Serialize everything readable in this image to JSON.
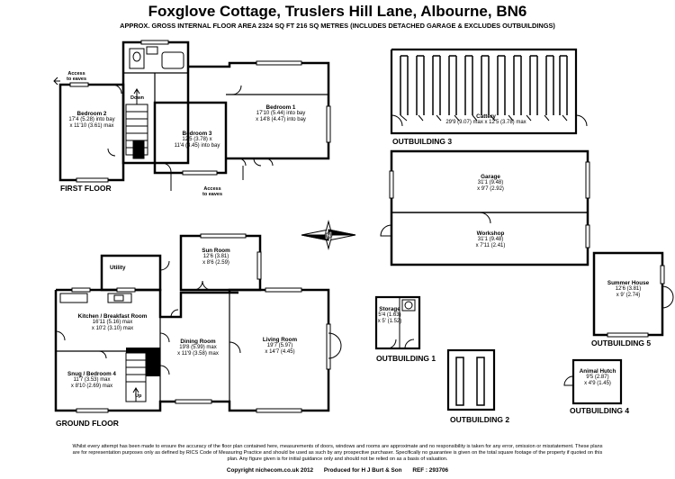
{
  "title": "Foxglove Cottage, Truslers Hill Lane, Albourne, BN6",
  "subtitle": "APPROX. GROSS INTERNAL FLOOR AREA 2324 SQ FT 216 SQ METRES (INCLUDES DETACHED GARAGE & EXCLUDES OUTBUILDINGS)",
  "floors": {
    "first_floor": {
      "label": "FIRST FLOOR",
      "rooms": {
        "bedroom2": {
          "name": "Bedroom 2",
          "dims": [
            "17'4 (5.28) into bay",
            "x 11'10 (3.61) max"
          ]
        },
        "bedroom3": {
          "name": "Bedroom 3",
          "dims": [
            "12'5 (3.78) x",
            "11'4 (3.45) into bay"
          ]
        },
        "bedroom1": {
          "name": "Bedroom 1",
          "dims": [
            "17'10 (5.44) into bay",
            "x 14'8 (4.47) into bay"
          ]
        }
      },
      "notes": {
        "eaves_left": [
          "Access",
          "to eaves"
        ],
        "eaves_bottom": [
          "Access",
          "to eaves"
        ],
        "down": "Down"
      }
    },
    "ground_floor": {
      "label": "GROUND FLOOR",
      "rooms": {
        "utility": {
          "name": "Utility"
        },
        "sunroom": {
          "name": "Sun Room",
          "dims": [
            "12'6 (3.81)",
            "x 8'6 (2.59)"
          ]
        },
        "kitchen": {
          "name": "Kitchen / Breakfast Room",
          "dims": [
            "16'11 (5.16) max",
            "x 10'2 (3.10) max"
          ]
        },
        "dining": {
          "name": "Dining Room",
          "dims": [
            "19'8 (5.99) max",
            "x 11'9 (3.58) max"
          ]
        },
        "living": {
          "name": "Living Room",
          "dims": [
            "19'7 (5.97)",
            "x 14'7 (4.45)"
          ]
        },
        "snug": {
          "name": "Snug / Bedroom 4",
          "dims": [
            "11'7 (3.53) max",
            "x 8'10 (2.69) max"
          ]
        }
      },
      "notes": {
        "up": "Up"
      }
    }
  },
  "compass": {
    "label": "N"
  },
  "outbuildings": {
    "ob3": {
      "label": "OUTBUILDING 3",
      "room": {
        "name": "Cattery",
        "dims": [
          "29'9 (9.07) max  x 12'5 (3.78) max"
        ]
      }
    },
    "garage": {
      "name": "Garage",
      "dims": [
        "31'1 (9.48)",
        "x 9'7 (2.92)"
      ]
    },
    "workshop": {
      "name": "Workshop",
      "dims": [
        "31'1 (9.48)",
        "x 7'11 (2.41)"
      ]
    },
    "ob1": {
      "label": "OUTBUILDING 1",
      "room": {
        "name": "Storage",
        "dims": [
          "5'4 (1.63)",
          "x 5' (1.52)"
        ]
      }
    },
    "ob2": {
      "label": "OUTBUILDING 2"
    },
    "ob4": {
      "label": "OUTBUILDING 4",
      "room": {
        "name": "Animal Hutch",
        "dims": [
          "9'5 (2.87)",
          "x 4'9 (1.45)"
        ]
      }
    },
    "ob5": {
      "label": "OUTBUILDING 5",
      "room": {
        "name": "Summer House",
        "dims": [
          "12'6 (3.81)",
          "x 9' (2.74)"
        ]
      }
    }
  },
  "disclaimer": "Whilst every attempt has been made to ensure the accuracy of the floor plan contained here, measurements of doors, windows and rooms are approximate and no responsibility is taken for any error, omission or misstatement. These plans are for representation purposes only as defined by RICS Code of Measuring Practice and should be used as such by any prospective purchaser. Specifically no guarantee is given on the total square footage of the property if quoted on this plan. Any figure given is for initial guidance only and should not be relied on as a basis of valuation.",
  "footer": {
    "copyright": "Copyright nichecom.co.uk 2012",
    "produced": "Produced for H J Burt & Son",
    "ref": "REF : 293706"
  }
}
